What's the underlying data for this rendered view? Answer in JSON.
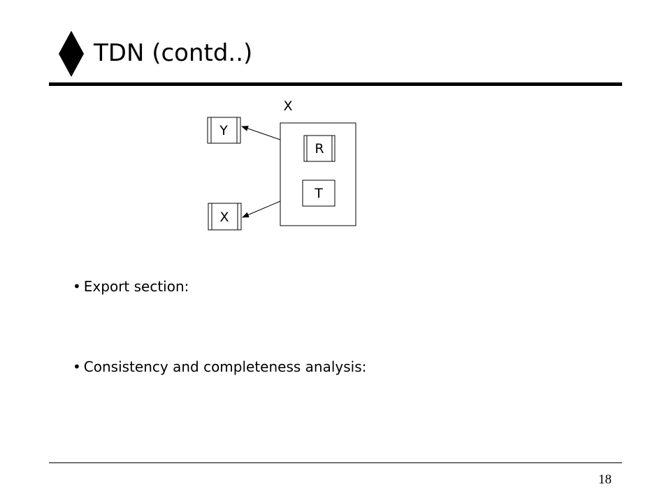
{
  "slide": {
    "title": "TDN (contd..)",
    "page_number": "18"
  },
  "diagram": {
    "outer_label": "X",
    "inner_boxes": [
      "R",
      "T"
    ],
    "external_boxes": [
      "Y",
      "X"
    ]
  },
  "bullets": [
    {
      "marker": "•",
      "text": "Export section:"
    },
    {
      "marker": "•",
      "text": "Consistency and completeness analysis:"
    }
  ],
  "colors": {
    "ink": "#000000",
    "background": "#ffffff"
  }
}
